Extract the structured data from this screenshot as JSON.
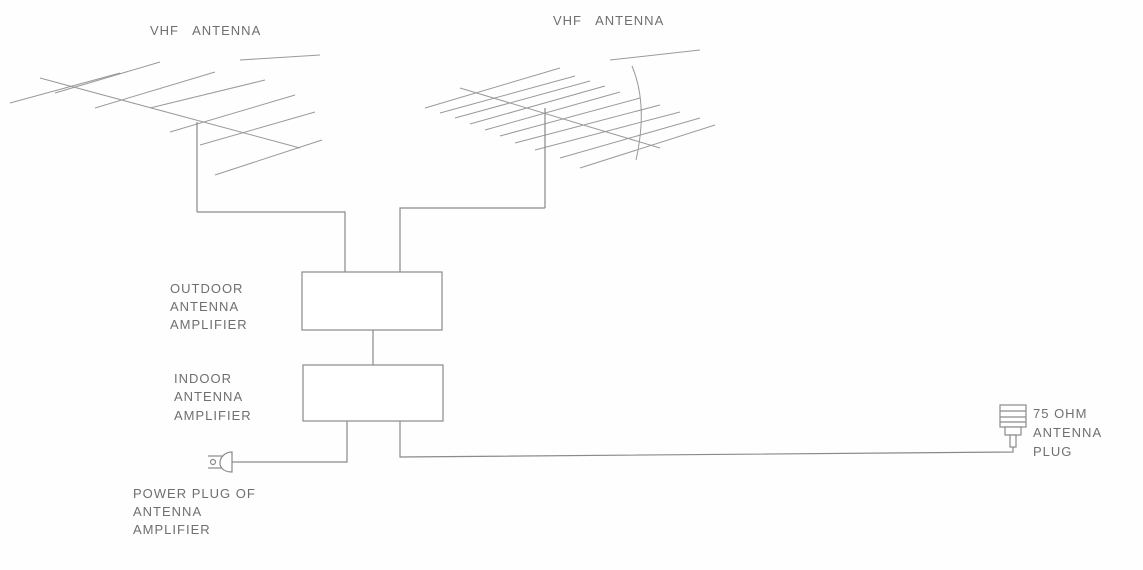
{
  "labels": {
    "antenna_left": "VHF   ANTENNA",
    "antenna_right": "VHF   ANTENNA",
    "outdoor_amp": [
      "OUTDOOR",
      "ANTENNA",
      "AMPLIFIER"
    ],
    "indoor_amp": [
      "INDOOR",
      "ANTENNA",
      "AMPLIFIER"
    ],
    "antenna_plug": [
      "75 OHM",
      "ANTENNA",
      "PLUG"
    ],
    "power_plug": [
      "POWER PLUG OF",
      "ANTENNA",
      "AMPLIFIER"
    ]
  },
  "icons": {
    "left_antenna": "yagi-antenna-icon",
    "right_antenna": "yagi-antenna-icon",
    "power_plug": "power-plug-icon",
    "antenna_plug": "coax-plug-icon"
  }
}
